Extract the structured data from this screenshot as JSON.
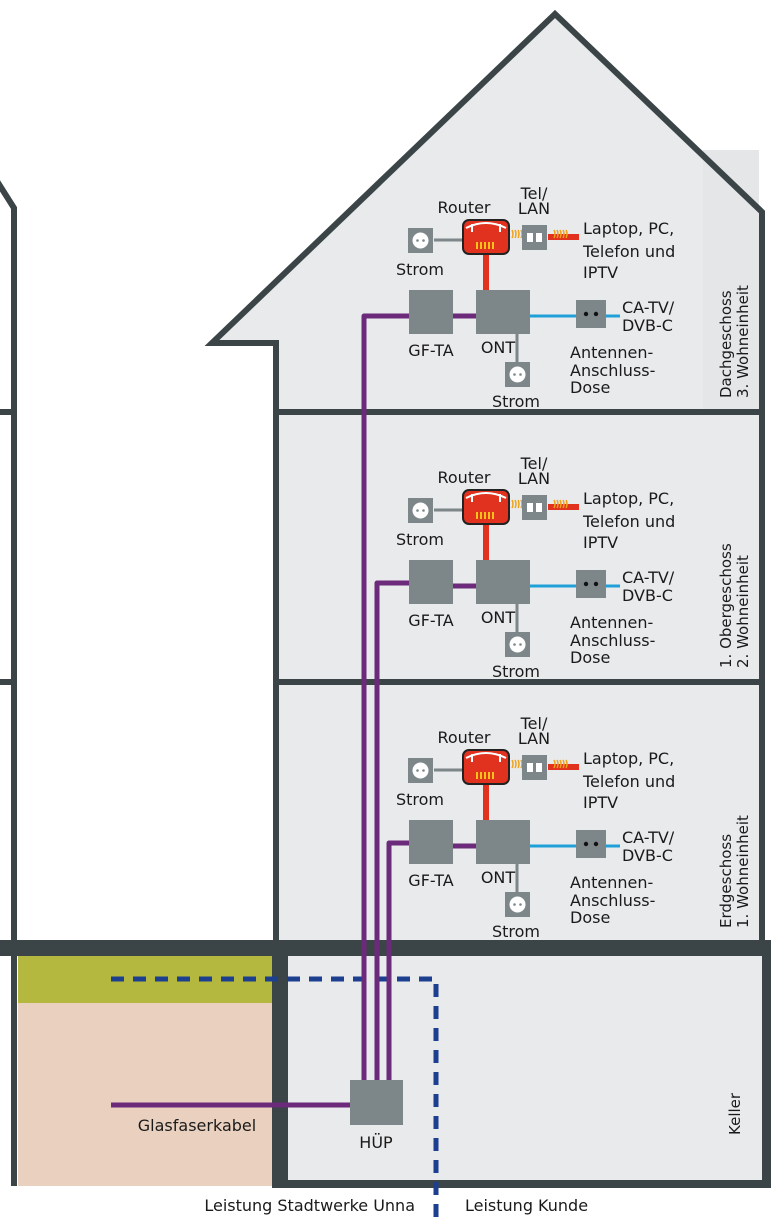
{
  "floors": [
    {
      "id": "dach",
      "side_label": [
        "Dachgeschoss",
        "3. Wohneinheit"
      ],
      "router": "Router",
      "tel_lan": [
        "Tel/",
        "LAN"
      ],
      "devices": [
        "Laptop, PC,",
        "Telefon und",
        "IPTV"
      ],
      "strom_router": "Strom",
      "gf_ta": "GF-TA",
      "ont": "ONT",
      "strom_ont": "Strom",
      "catv": [
        "CA-TV/",
        "DVB-C"
      ],
      "antenne": [
        "Antennen-",
        "Anschluss-",
        "Dose"
      ]
    },
    {
      "id": "og1",
      "side_label": [
        "1. Obergeschoss",
        "2. Wohneinheit"
      ],
      "router": "Router",
      "tel_lan": [
        "Tel/",
        "LAN"
      ],
      "devices": [
        "Laptop, PC,",
        "Telefon und",
        "IPTV"
      ],
      "strom_router": "Strom",
      "gf_ta": "GF-TA",
      "ont": "ONT",
      "strom_ont": "Strom",
      "catv": [
        "CA-TV/",
        "DVB-C"
      ],
      "antenne": [
        "Antennen-",
        "Anschluss-",
        "Dose"
      ]
    },
    {
      "id": "eg",
      "side_label": [
        "Erdgeschoss",
        "1. Wohneinheit"
      ],
      "router": "Router",
      "tel_lan": [
        "Tel/",
        "LAN"
      ],
      "devices": [
        "Laptop, PC,",
        "Telefon und",
        "IPTV"
      ],
      "strom_router": "Strom",
      "gf_ta": "GF-TA",
      "ont": "ONT",
      "strom_ont": "Strom",
      "catv": [
        "CA-TV/",
        "DVB-C"
      ],
      "antenne": [
        "Antennen-",
        "Anschluss-",
        "Dose"
      ]
    }
  ],
  "basement": {
    "side_label": "Keller",
    "hup": "HÜP",
    "cable": "Glasfaserkabel"
  },
  "footer": {
    "left": "Leistung Stadtwerke Unna",
    "right": "Leistung Kunde"
  },
  "colors": {
    "wall": "#3b4447",
    "room": "#e8eaeb",
    "device": "#7d878a",
    "fiber": "#6b2a7a",
    "lan": "#e0321f",
    "coax": "#1fa0d8",
    "grass": "#b5b83f",
    "soil": "#ead0bf",
    "boundary": "#1d3f8f",
    "router": "#e0321f"
  }
}
